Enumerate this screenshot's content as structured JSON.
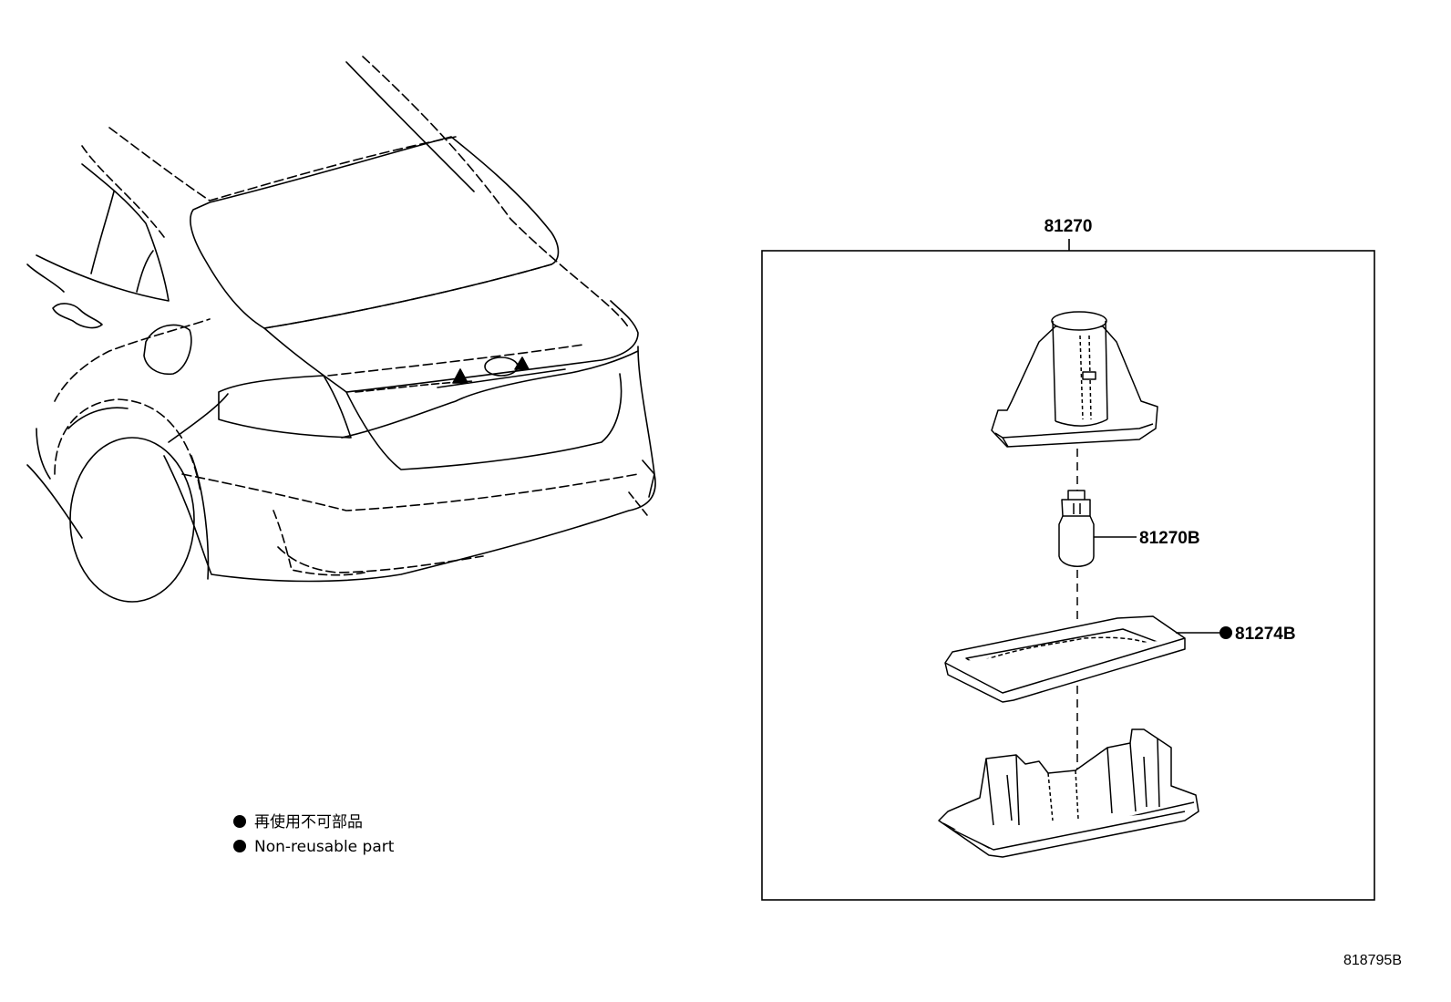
{
  "assembly": {
    "number": "81270"
  },
  "parts": [
    {
      "number": "81270B"
    },
    {
      "number": "81274B",
      "non_reusable": true
    }
  ],
  "legend": {
    "line_ja": "再使用不可部品",
    "line_en": "Non-reusable part"
  },
  "diagram_code": "818795B"
}
